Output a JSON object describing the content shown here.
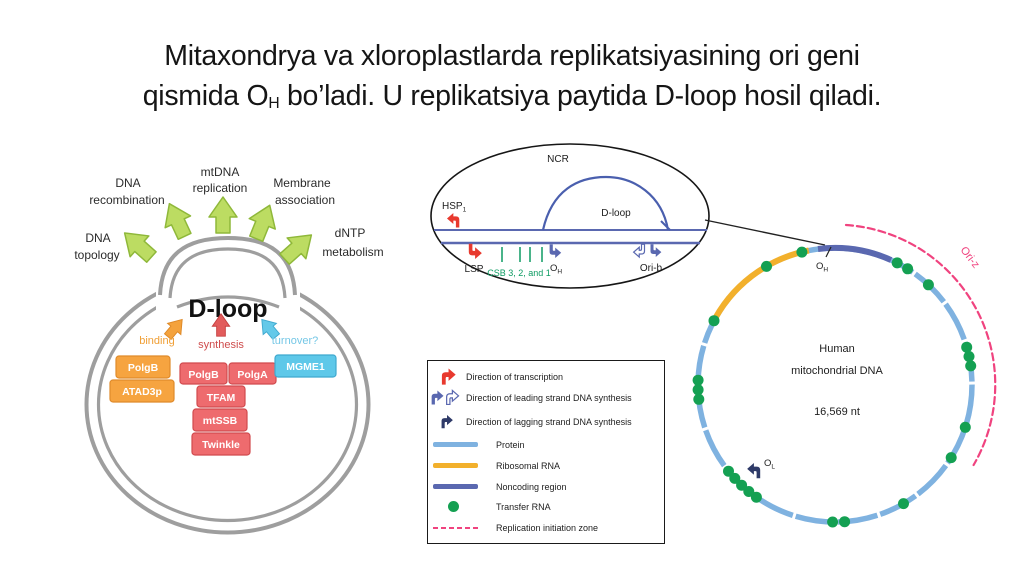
{
  "title": {
    "line1": "Mitaxondrya va xloroplastlarda replikatsiyasining ori geni",
    "line2_pre": "qismida  O",
    "line2_sub": "H",
    "line2_post": "  bo’ladi. U replikatsiya paytida D-loop hosil qiladi."
  },
  "dloop_diagram": {
    "label_dna_recombination_l1": "DNA",
    "label_dna_recombination_l2": "recombination",
    "label_mtdna_replication_l1": "mtDNA",
    "label_mtdna_replication_l2": "replication",
    "label_membrane_association_l1": "Membrane",
    "label_membrane_association_l2": "association",
    "label_dna_topology_l1": "DNA",
    "label_dna_topology_l2": "topology",
    "label_dntp_metabolism_l1": "dNTP",
    "label_dntp_metabolism_l2": "metabolism",
    "heading": "D-loop",
    "arrow_binding": "binding",
    "arrow_synthesis": "synthesis",
    "arrow_turnover": "turnover?",
    "box_polgb_orange": "PolgB",
    "box_atad3p": "ATAD3p",
    "box_polgb_red": "PolgB",
    "box_polga": "PolgA",
    "box_tfam": "TFAM",
    "box_mtssb": "mtSSB",
    "box_twinkle": "Twinkle",
    "box_mgme1": "MGME1"
  },
  "ncr_diagram": {
    "title": "NCR",
    "dloop": "D-loop",
    "hsp": "HSP",
    "hsp_sub": "1",
    "lsp": "LSP",
    "csb": "CSB 3, 2, and 1",
    "origin_o": "O",
    "origin_o_sub": "H",
    "orib": "Ori-b"
  },
  "mtdna_map": {
    "center_l1": "Human",
    "center_l2": "mitochondrial DNA",
    "center_l3": "16,569 nt",
    "oh": "O",
    "oh_sub": "H",
    "ol": "O",
    "ol_sub": "L",
    "oriz_label": "Ori-z",
    "trna_angles_deg": [
      -152,
      -120,
      -104,
      -63,
      -58,
      -47,
      -16,
      -12,
      -8,
      18,
      32,
      60,
      86,
      91,
      125,
      129,
      133,
      137,
      141,
      174,
      178,
      182
    ]
  },
  "legend": {
    "items": [
      {
        "label": "Direction of transcription"
      },
      {
        "label": "Direction of leading strand DNA synthesis"
      },
      {
        "label": "Direction of lagging strand DNA synthesis"
      },
      {
        "label": "Protein"
      },
      {
        "label": "Ribosomal RNA"
      },
      {
        "label": "Noncoding region"
      },
      {
        "label": "Transfer RNA"
      },
      {
        "label": "Replication initiation zone"
      }
    ]
  },
  "colors": {
    "protein_blue": "#7fb2e0",
    "rrna_orange": "#f2b02c",
    "noncoding_blue": "#5a68b0",
    "trna": "#14a052",
    "replication_zone_pink": "#f0437f",
    "transcription_red": "#e8392e",
    "lagging_navy": "#2e3a68",
    "green_arrow": "#bcdc62",
    "orange_box": "#f6a440",
    "red_box": "#ee6b6e",
    "blue_box": "#5ec8e9",
    "membrane_gray": "#9e9e9e"
  }
}
